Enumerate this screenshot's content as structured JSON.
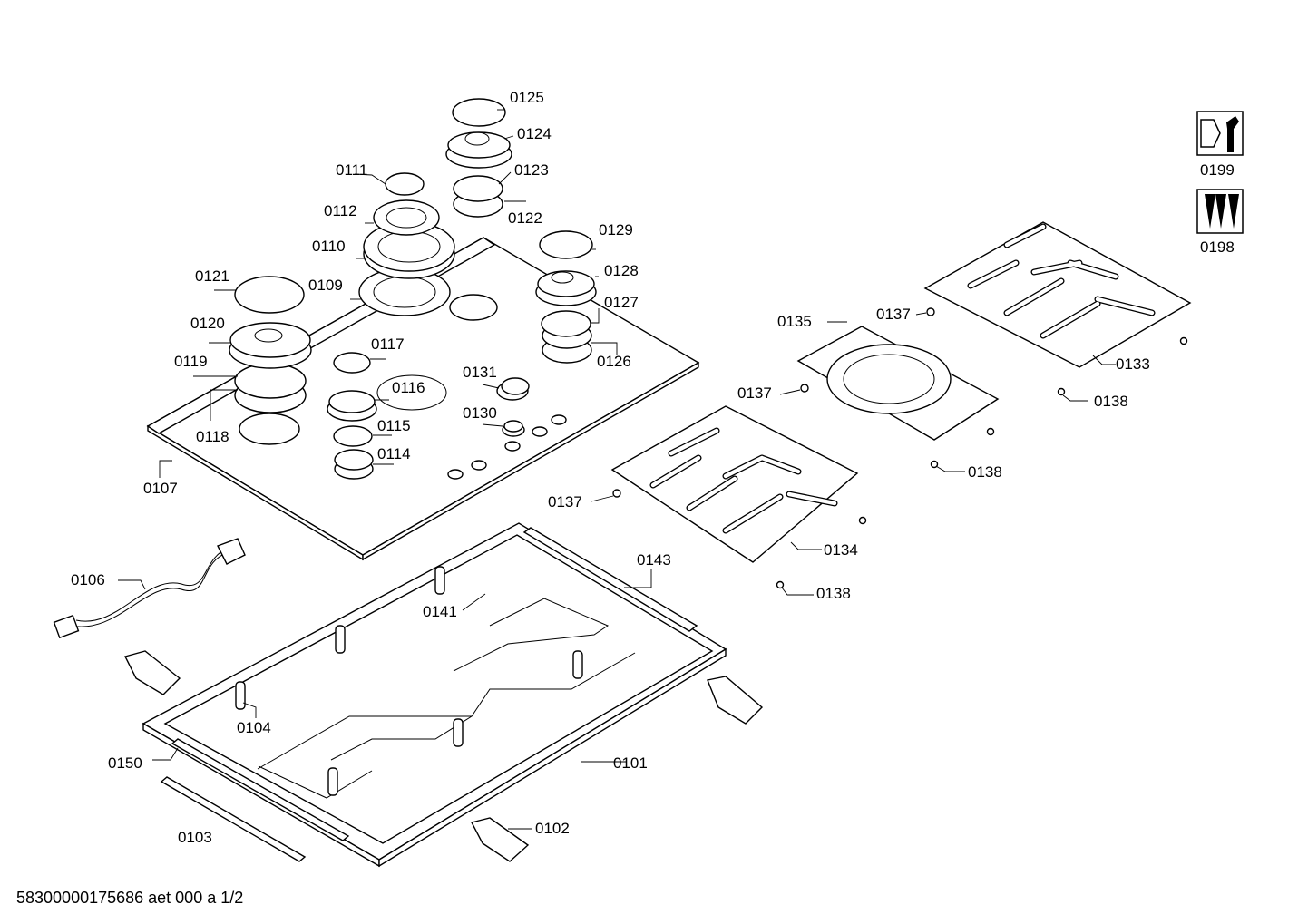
{
  "footer": {
    "document_id": "58300000175686 aet 000 a 1/2"
  },
  "labels": {
    "p0101": "0101",
    "p0102": "0102",
    "p0103": "0103",
    "p0104": "0104",
    "p0106": "0106",
    "p0107": "0107",
    "p0109": "0109",
    "p0110": "0110",
    "p0111": "0111",
    "p0112": "0112",
    "p0114": "0114",
    "p0115": "0115",
    "p0116": "0116",
    "p0117": "0117",
    "p0118": "0118",
    "p0119": "0119",
    "p0120": "0120",
    "p0121": "0121",
    "p0122": "0122",
    "p0123": "0123",
    "p0124": "0124",
    "p0125": "0125",
    "p0126": "0126",
    "p0127": "0127",
    "p0128": "0128",
    "p0129": "0129",
    "p0130": "0130",
    "p0131": "0131",
    "p0133": "0133",
    "p0134": "0134",
    "p0135": "0135",
    "p0137": "0137",
    "p0138": "0138",
    "p0141": "0141",
    "p0143": "0143",
    "p0150": "0150",
    "p0198": "0198",
    "p0199": "0199"
  },
  "icons": {
    "tool_kit": "wrench-nut-icon",
    "screw_kit": "screws-icon"
  }
}
